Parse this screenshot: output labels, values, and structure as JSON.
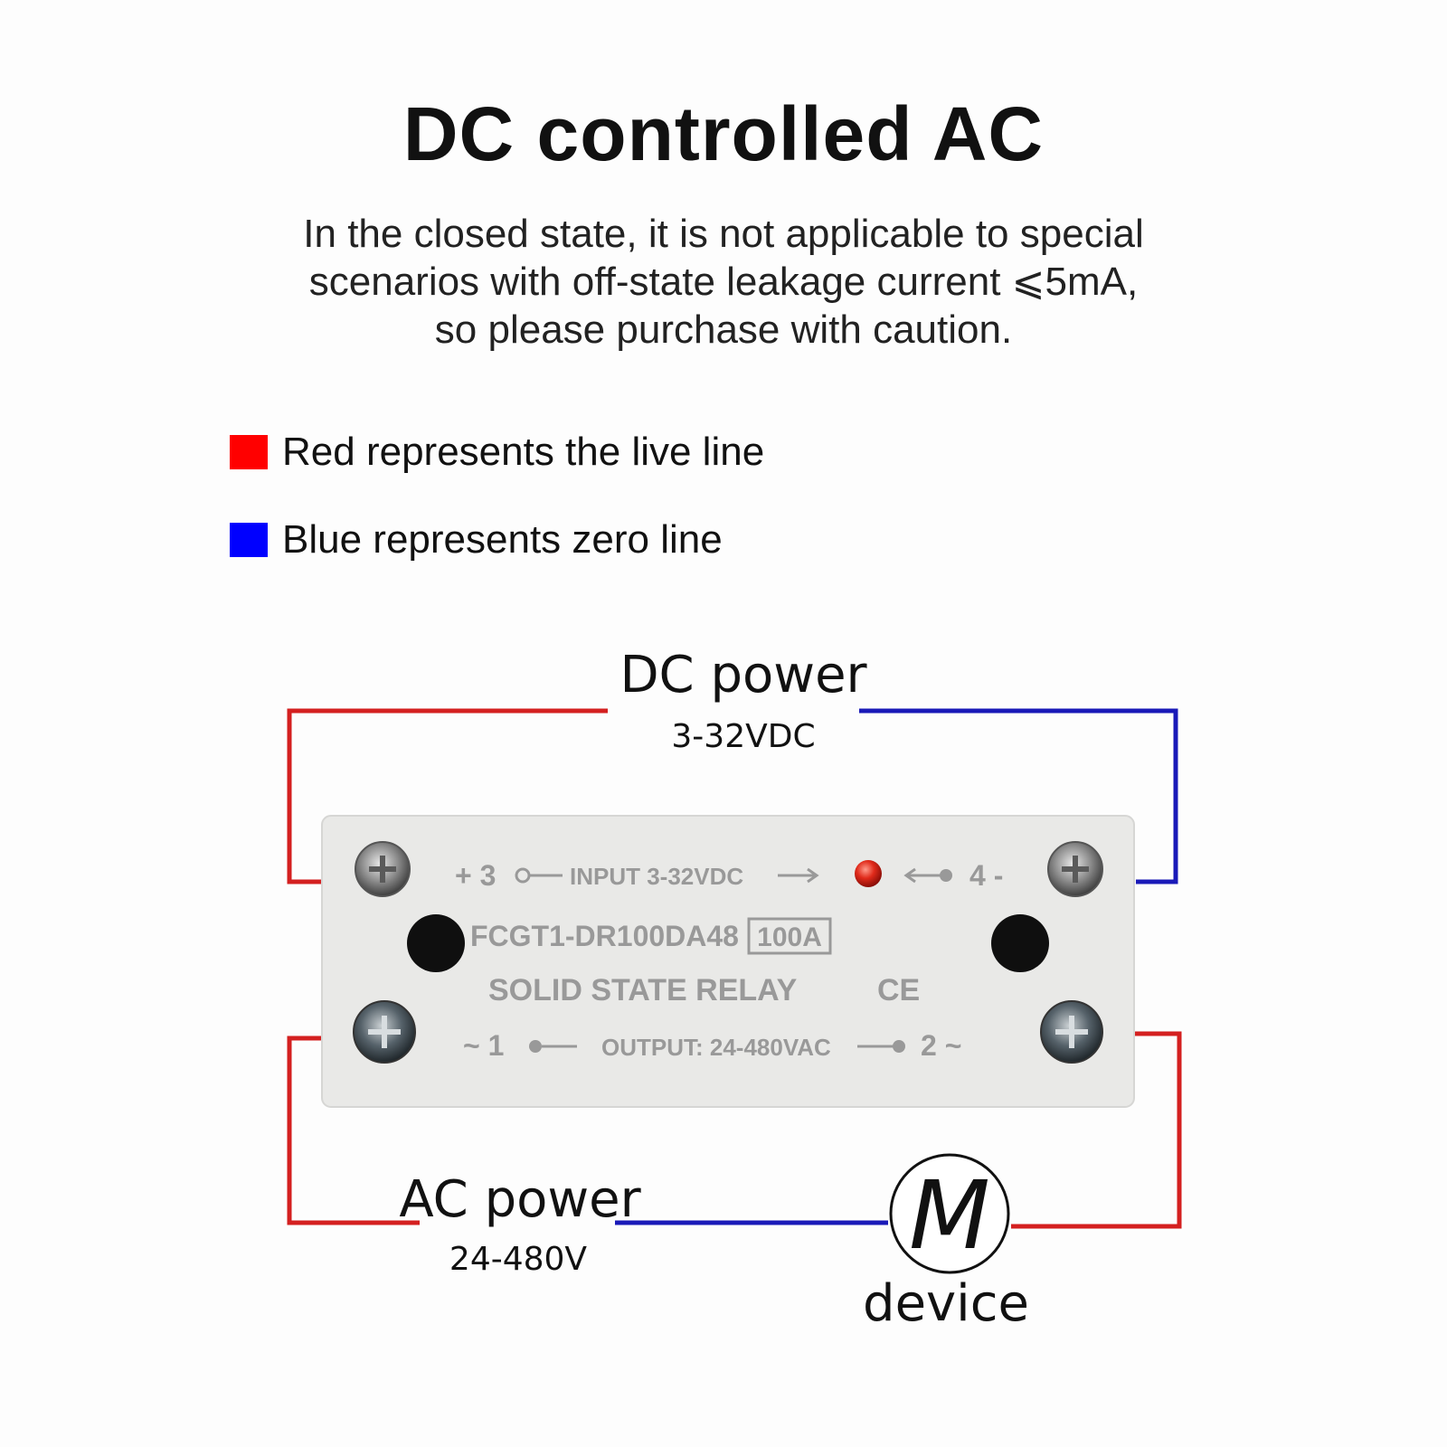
{
  "title": "DC controlled AC",
  "description": [
    "In the closed state, it is not applicable to special",
    "scenarios with off-state leakage current ⩽5mA,",
    "so please purchase with caution."
  ],
  "legend": [
    {
      "label": "Red represents the live line",
      "color": "#ff0000"
    },
    {
      "label": "Blue represents zero line",
      "color": "#0000ff"
    }
  ],
  "colors": {
    "live": "#d42020",
    "zero": "#1a1ab8",
    "relay_body": "#e9e9e7",
    "led": "#d42020"
  },
  "dc_power": {
    "label": "DC power",
    "value": "3-32VDC"
  },
  "ac_power": {
    "label": "AC power",
    "value": "24-480V"
  },
  "device": {
    "symbol": "M",
    "label": "device"
  },
  "relay": {
    "input_plus": "+ 3",
    "input_label": "INPUT  3-32VDC",
    "input_minus": "4 -",
    "model": "FCGT1-DR100DA48",
    "rating": "100A",
    "name": "SOLID STATE RELAY",
    "cert": "CE",
    "output_1": "~ 1",
    "output_label": "OUTPUT: 24-480VAC",
    "output_2": "2 ~"
  }
}
